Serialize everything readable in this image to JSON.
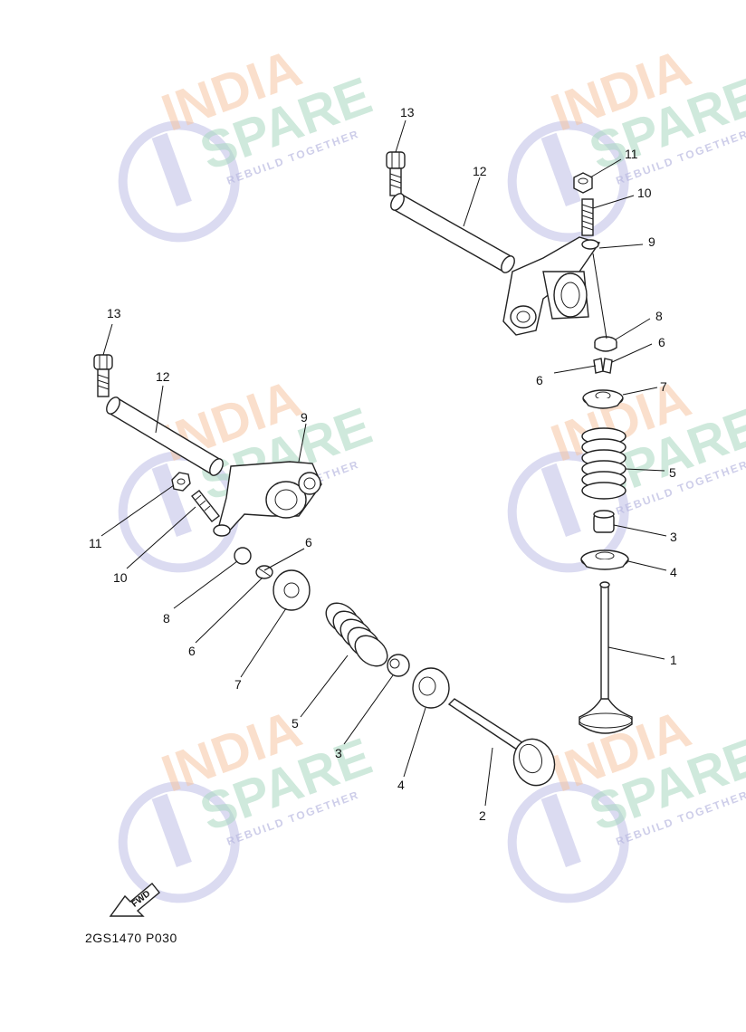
{
  "drawing_code": "2GS1470 P030",
  "fwd_label": "FWD",
  "watermark": {
    "line1": "INDIA",
    "line2": "SPARE",
    "tagline": "REBUILD TOGETHER",
    "colors": {
      "india": "#f6c6a4",
      "spare": "#a9d8c0",
      "ring": "#bdbde6"
    }
  },
  "callouts": {
    "n1": "1",
    "n2": "2",
    "n3": "3",
    "n4": "4",
    "n5": "5",
    "n6": "6",
    "n7": "7",
    "n8": "8",
    "n9": "9",
    "n10": "10",
    "n11": "11",
    "n12": "12",
    "n13": "13"
  }
}
